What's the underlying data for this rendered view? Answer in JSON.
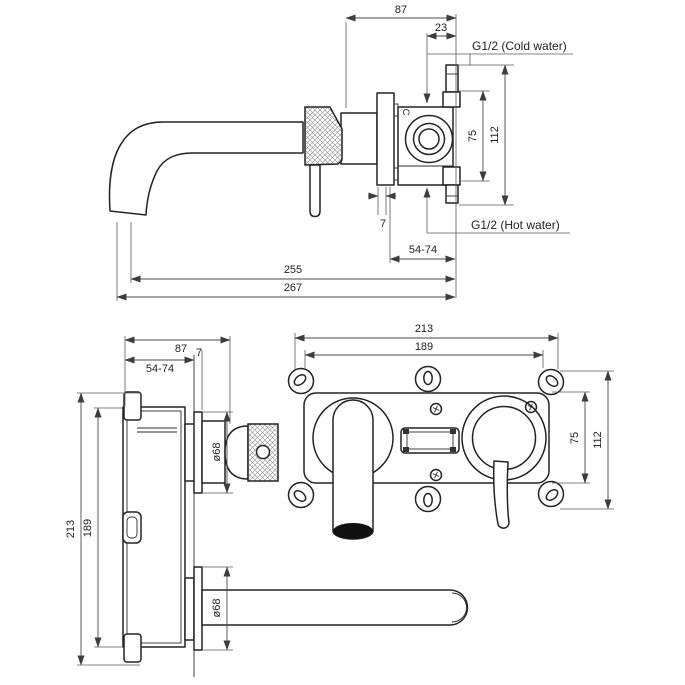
{
  "top_view": {
    "dim_87": "87",
    "dim_23": "23",
    "label_cold": "G1/2 (Cold water)",
    "label_hot": "G1/2 (Hot water)",
    "dim_75": "75",
    "dim_112": "112",
    "dim_7": "7",
    "dim_54_74": "54-74",
    "dim_255": "255",
    "dim_267": "267",
    "marker_c": "C"
  },
  "side_view": {
    "dim_87": "87",
    "dim_7": "7",
    "dim_54_74": "54-74",
    "dim_213": "213",
    "dim_189": "189",
    "dim_68_valve": "ø68",
    "dim_68_spout": "ø68"
  },
  "front_view": {
    "dim_213": "213",
    "dim_189": "189",
    "dim_75": "75",
    "dim_112": "112"
  },
  "colors": {
    "line": "#232323",
    "dimension": "#4a4a4a",
    "background": "#ffffff"
  }
}
